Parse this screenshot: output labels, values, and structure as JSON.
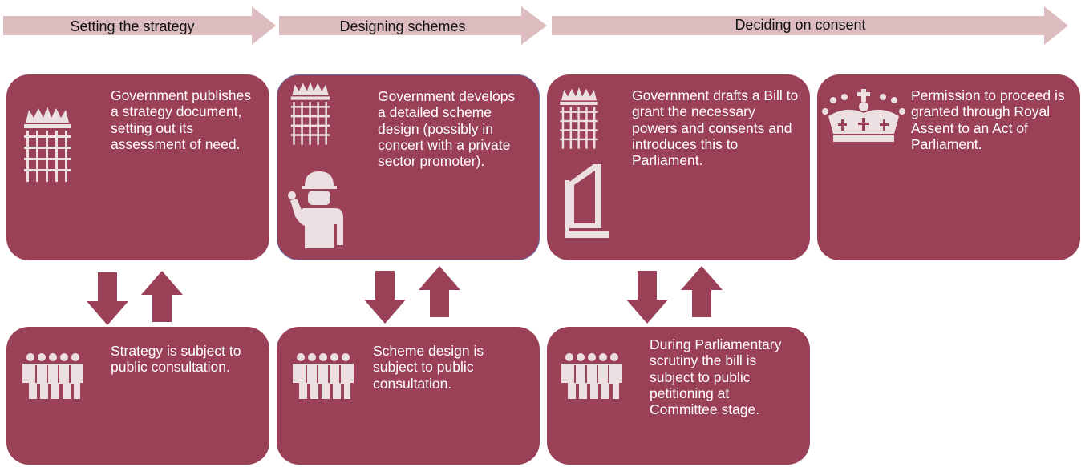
{
  "stages": [
    {
      "label": "Setting the strategy"
    },
    {
      "label": "Designing schemes"
    },
    {
      "label": "Deciding on consent"
    }
  ],
  "boxes": {
    "strategy": "Government publishes a strategy document, setting out its assessment of need.",
    "scheme": "Government develops a detailed scheme design (possibly in concert with a private sector promoter).",
    "bill": "Government drafts a Bill to grant the necessary powers and consents and introduces this to Parliament.",
    "assent": "Permission to proceed is granted through Royal Assent to an Act of Parliament.",
    "strategy_consult": "Strategy is subject to public consultation.",
    "scheme_consult": "Scheme design is subject to public consultation.",
    "petition": "During Parliamentary scrutiny the bill is subject to public petitioning at Committee stage."
  },
  "colors": {
    "box": "#9b4157",
    "stage_arrow": "#dcbcbe",
    "icon": "#ecdfe2"
  },
  "icons": [
    "portcullis-icon",
    "engineer-icon",
    "bill-document-icon",
    "crown-icon",
    "people-group-icon",
    "down-arrow-icon",
    "up-arrow-icon"
  ]
}
